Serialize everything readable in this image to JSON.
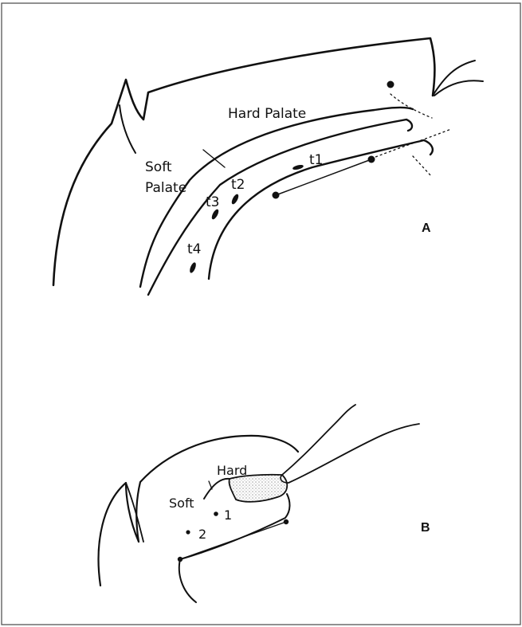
{
  "panel_a": {
    "label": "A",
    "hard_palate": "Hard Palate",
    "soft_palate_line1": "Soft",
    "soft_palate_line2": "Palate",
    "t1": "t1",
    "t2": "t2",
    "t3": "t3",
    "t4": "t4"
  },
  "panel_b": {
    "label": "B",
    "hard": "Hard",
    "soft": "Soft",
    "m1": "1",
    "m2": "2"
  },
  "colors": {
    "ink": "#111111",
    "frame": "#555555",
    "stipple": "#9a9a9a"
  }
}
